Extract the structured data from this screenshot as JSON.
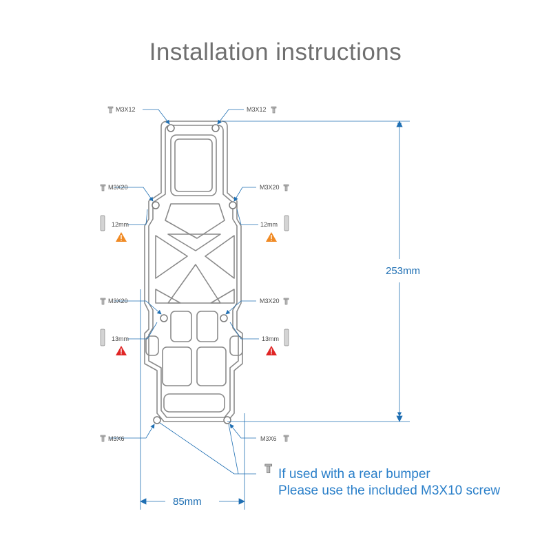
{
  "title": "Installation instructions",
  "screws": {
    "top_left": "M3X12",
    "top_right": "M3X12",
    "upper_left": "M3X20",
    "upper_right": "M3X20",
    "mid_left": "M3X20",
    "mid_right": "M3X20",
    "bottom_left": "M3X6",
    "bottom_right": "M3X6"
  },
  "standoffs": {
    "upper_left": "12mm",
    "upper_right": "12mm",
    "lower_left": "13mm",
    "lower_right": "13mm"
  },
  "dimensions": {
    "height": "253mm",
    "width": "85mm"
  },
  "note": {
    "line1": "If used with a rear bumper",
    "line2": "Please use the included M3X10 screw"
  },
  "colors": {
    "accent": "#1f6fb3",
    "warning_orange": "#f08a24",
    "warning_red": "#e02525",
    "outline": "#8a8a8a"
  }
}
